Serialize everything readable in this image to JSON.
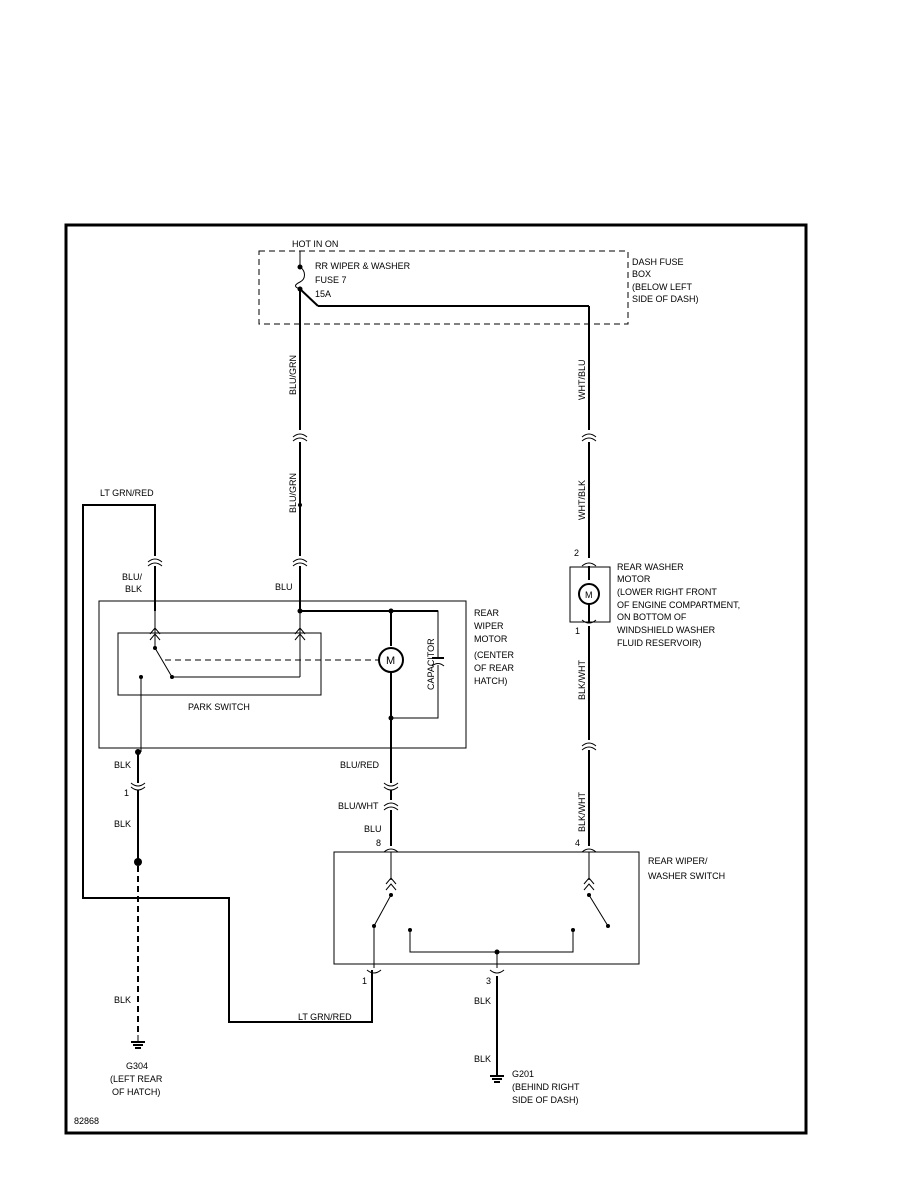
{
  "diagram_id": "82868",
  "fuse_box": {
    "hot": "HOT IN ON",
    "fuse_line1": "RR WIPER & WASHER",
    "fuse_line2": "FUSE 7",
    "fuse_line3": "15A",
    "name_lines": [
      "DASH FUSE",
      "BOX",
      "(BELOW LEFT",
      "SIDE OF DASH)"
    ]
  },
  "wires": {
    "blu_grn_upper": "BLU/GRN",
    "blu_grn_lower": "BLU/GRN",
    "blu": "BLU",
    "wht_blu": "WHT/BLU",
    "wht_blk": "WHT/BLK",
    "lt_grn_red_top": "LT GRN/RED",
    "blu_blk_1": "BLU/",
    "blu_blk_2": "BLK",
    "blk_motor": "BLK",
    "blk_mid": "BLK",
    "blk_ground": "BLK",
    "blu_red": "BLU/RED",
    "blu_wht": "BLU/WHT",
    "blu_switch": "BLU",
    "blk_wht_upper": "BLK/WHT",
    "blk_wht_lower": "BLK/WHT",
    "lt_grn_red_bottom": "LT GRN/RED",
    "blk_switch_1": "BLK",
    "blk_switch_2": "BLK"
  },
  "pins": {
    "connector_1_left": "1",
    "washer_top": "2",
    "washer_bottom": "1",
    "switch_pin_8": "8",
    "switch_pin_4": "4",
    "switch_pin_1": "1",
    "switch_pin_3": "3"
  },
  "wiper_motor": {
    "name_lines": [
      "REAR",
      "WIPER",
      "MOTOR",
      "(CENTER",
      "OF REAR",
      "HATCH)"
    ],
    "capacitor": "CAPACITOR",
    "park_switch": "PARK SWITCH",
    "motor_symbol": "M"
  },
  "washer_motor": {
    "name_lines": [
      "REAR WASHER",
      "MOTOR",
      "(LOWER RIGHT FRONT",
      "OF ENGINE COMPARTMENT,",
      "ON BOTTOM OF",
      "WINDSHIELD WASHER",
      "FLUID RESERVOIR)"
    ],
    "motor_symbol": "M"
  },
  "switch": {
    "name_lines": [
      "REAR WIPER/",
      "WASHER SWITCH"
    ]
  },
  "grounds": {
    "g304": [
      "G304",
      "(LEFT REAR",
      "OF HATCH)"
    ],
    "g201": [
      "G201",
      "(BEHIND RIGHT",
      "SIDE OF DASH)"
    ]
  }
}
